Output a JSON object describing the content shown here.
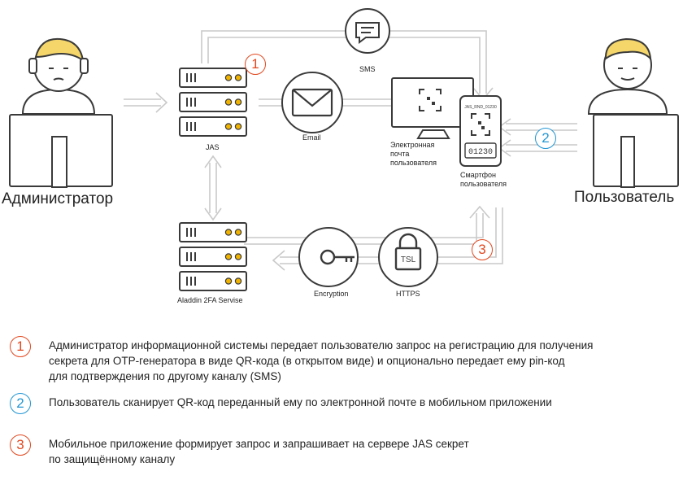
{
  "actors": {
    "admin_label": "Администратор",
    "user_label": "Пользователь"
  },
  "nodes": {
    "jas": "JAS",
    "aladdin": "Aladdin 2FA Servise",
    "sms": "SMS",
    "email": "Email",
    "email_box": [
      "Электронная",
      "почта",
      "пользователя"
    ],
    "smartphone": [
      "Смартфон",
      "пользователя"
    ],
    "phone_header": "JAS_RND_01230",
    "phone_code": "01230",
    "encryption": "Encryption",
    "https": "HTTPS",
    "tsl": "TSL"
  },
  "badges": {
    "one": "1",
    "two": "2",
    "three": "3"
  },
  "legend": [
    {
      "num": "1",
      "color": "#e2481f",
      "lines": [
        "Администратор информационной системы передает пользователю запрос на регистрацию для получения",
        "секрета для OTP-генератора   в виде QR-кода (в открытом виде) и опционально передает ему pin-код",
        "для подтверждения по другому каналу (SMS)"
      ]
    },
    {
      "num": "2",
      "color": "#2196d3",
      "lines": [
        "Пользователь сканирует QR-код переданный ему по электронной почте в мобильном приложении"
      ]
    },
    {
      "num": "3",
      "color": "#e2481f",
      "lines": [
        "Мобильное приложение формирует запрос и запрашивает на сервере JAS секрет",
        "по защищённому каналу"
      ]
    }
  ],
  "colors": {
    "line": "#c9c9c9",
    "stroke": "#3a3a3a",
    "accent": "#f0b400",
    "red": "#e2481f",
    "blue": "#2196d3"
  }
}
